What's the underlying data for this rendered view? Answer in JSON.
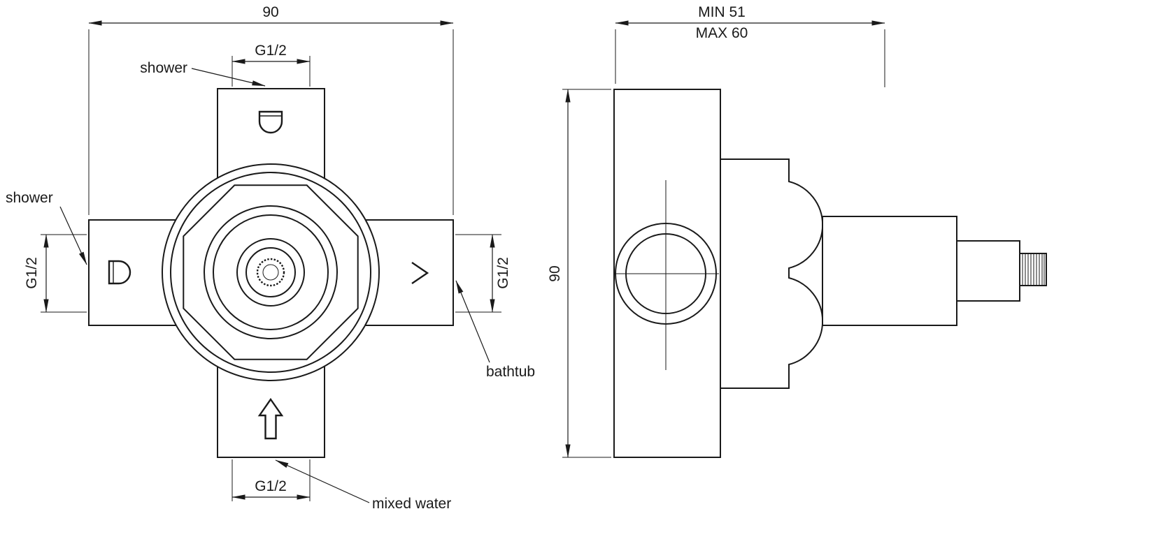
{
  "drawing": {
    "front_view": {
      "dim_overall_width": "90",
      "dim_port_top": "G1/2",
      "dim_port_left": "G1/2",
      "dim_port_right": "G1/2",
      "dim_port_bottom": "G1/2",
      "label_shower_top": "shower",
      "label_shower_left": "shower",
      "label_bathtub": "bathtub",
      "label_mixed_water": "mixed water"
    },
    "side_view": {
      "dim_depth_min": "MIN 51",
      "dim_depth_max": "MAX 60",
      "dim_height": "90"
    },
    "colors": {
      "line": "#1a1a1a",
      "background": "#ffffff"
    }
  }
}
